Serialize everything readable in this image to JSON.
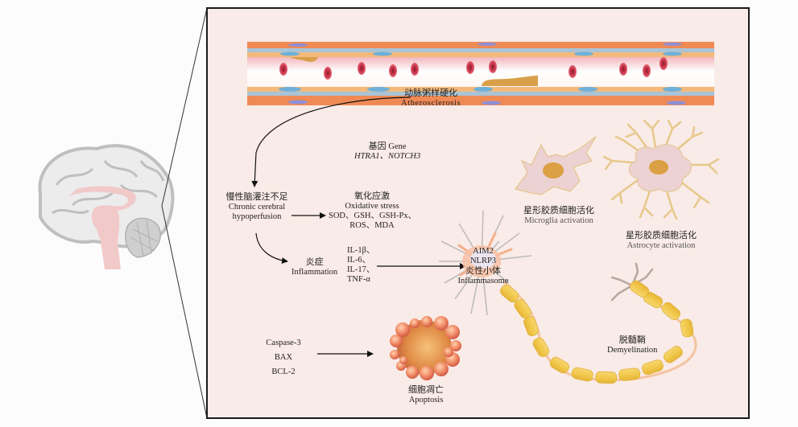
{
  "figure": {
    "colors": {
      "panel_bg": "#f9ebe7",
      "frame": "#1a1a1a",
      "vessel_outer": "#f08a55",
      "vessel_wall": "#f4b97a",
      "rbc": "#c9344a",
      "plaque": "#d9a04a",
      "myelin": "#f2c94c",
      "apoptosis_bubble": "#ee7b55",
      "glia_body": "#ecd2d2",
      "glia_nucleus": "#dba043",
      "astro_branch": "#e7c88b",
      "brain_gray": "#c8c8c8",
      "brain_pink": "#f2c9c9"
    },
    "atherosclerosis": {
      "zh": "动脉粥样硬化",
      "en": "Atherosclerosis"
    },
    "gene": {
      "zh": "基因",
      "en": "Gene",
      "names": "HTRA1、NOTCH3"
    },
    "hypoperfusion": {
      "zh": "慢性脑灌注不足",
      "en_line1": "Chronic cerebral",
      "en_line2": "hypoperfusion"
    },
    "oxidative": {
      "zh": "氧化应激",
      "en": "Oxidative stress",
      "markers_line1": "SOD、GSH、GSH-Px、",
      "markers_line2": "ROS、MDA"
    },
    "inflammation": {
      "zh": "炎症",
      "en": "Inflammation",
      "cytokines": [
        "IL-1β、",
        "IL-6、",
        "IL-17、",
        "TNF-α"
      ]
    },
    "inflammasome": {
      "line1": "AIM2",
      "line2": "NLRP3",
      "zh": "炎性小体",
      "en": "Inflammasome"
    },
    "microglia": {
      "zh": "星形胶质细胞活化",
      "en": "Microglia activation"
    },
    "astrocyte": {
      "zh": "星形胶质细胞活化",
      "en": "Astrocyte activation"
    },
    "apoptosis_markers": [
      "Caspase-3",
      "BAX",
      "BCL-2"
    ],
    "apoptosis": {
      "zh": "细胞凋亡",
      "en": "Apoptosis"
    },
    "demyelination": {
      "zh": "脱髓鞘",
      "en": "Demyelination"
    }
  }
}
